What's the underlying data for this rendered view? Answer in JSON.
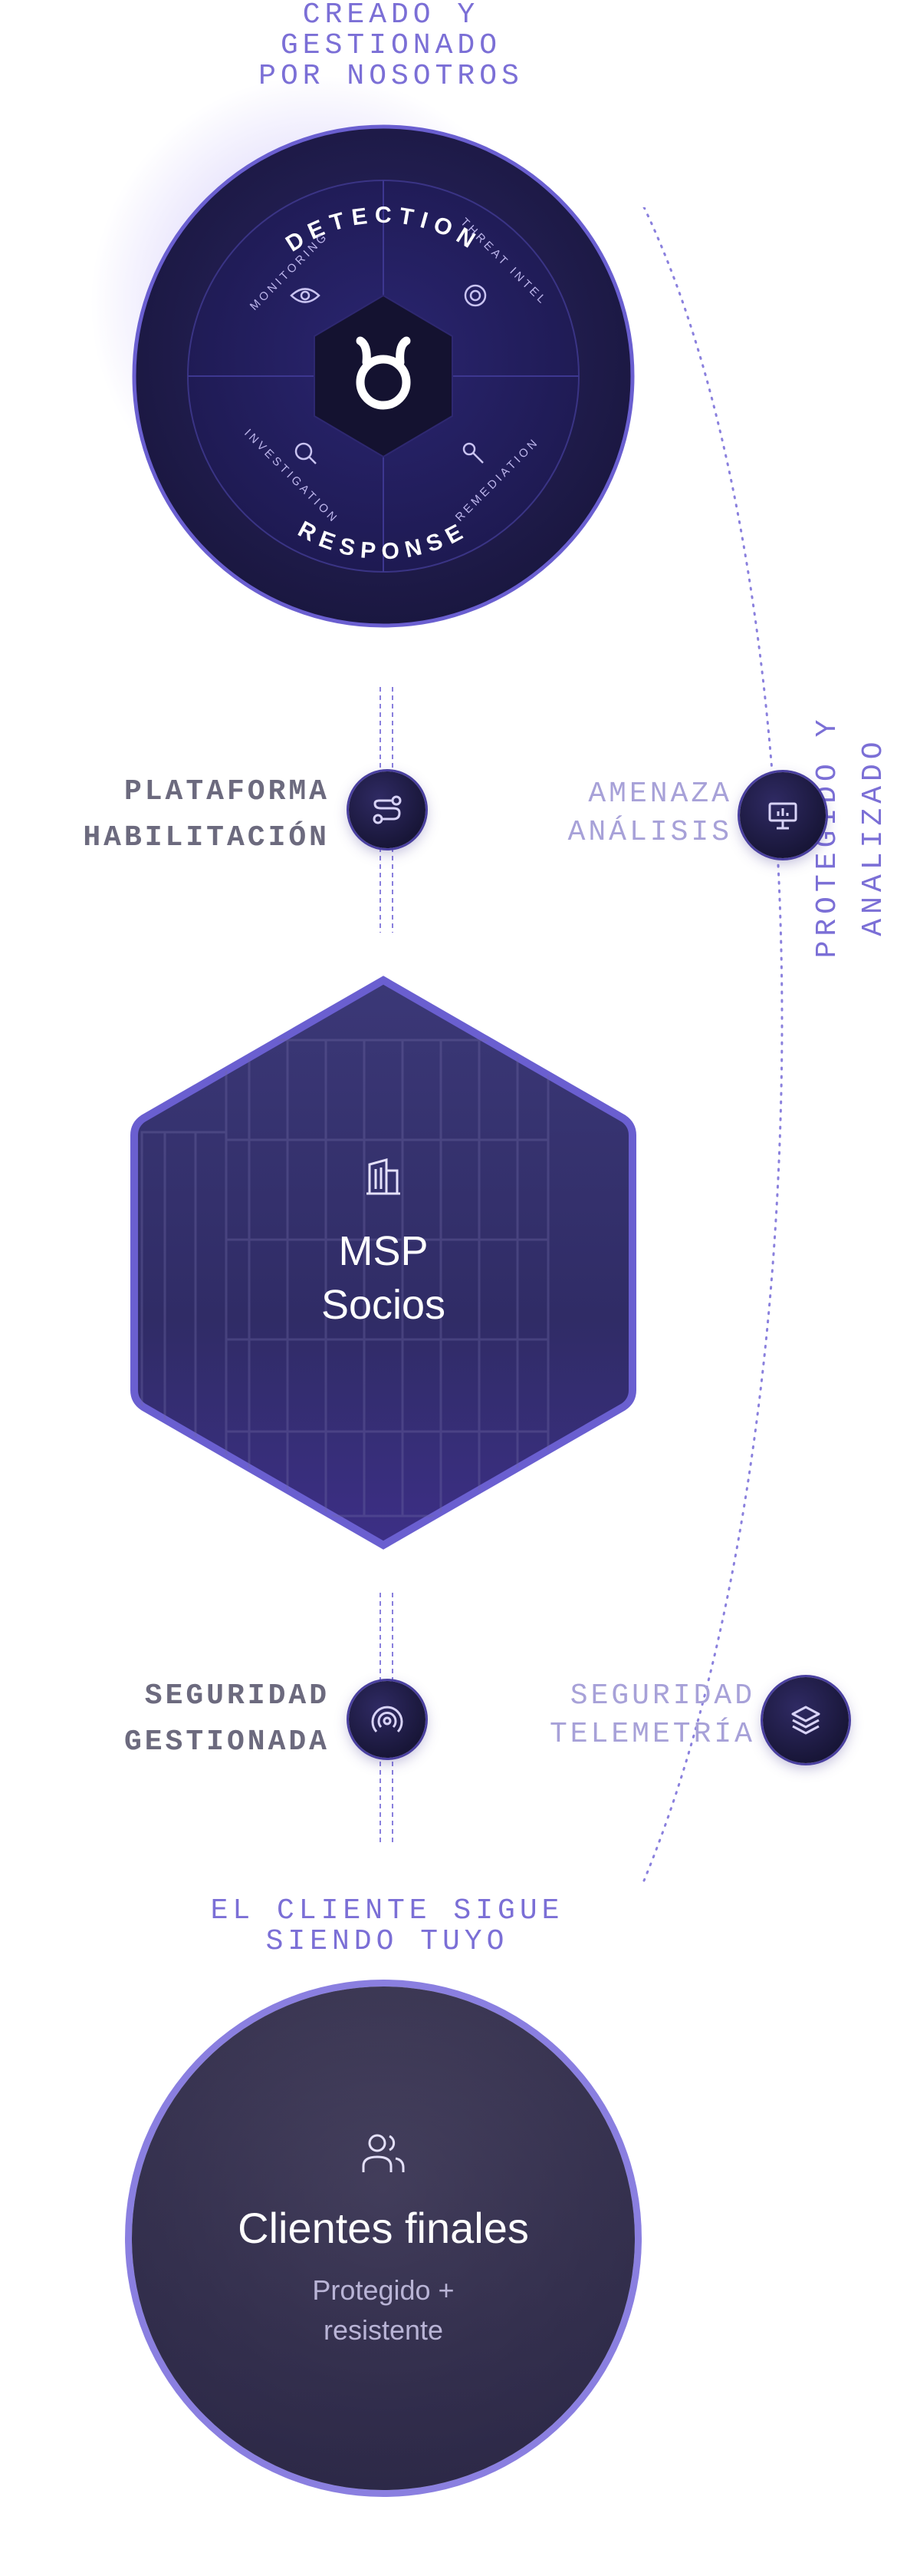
{
  "top_caption": [
    "CREADO Y",
    "GESTIONADO",
    "POR NOSOTROS"
  ],
  "wheel": {
    "top_label": "DETECTION",
    "bottom_label": "RESPONSE",
    "quadrants": [
      "MONITORING",
      "THREAT INTEL",
      "INVESTIGATION",
      "REMEDIATION"
    ],
    "icons": [
      "eye-icon",
      "target-icon",
      "search-icon",
      "wrench-icon"
    ],
    "center_icon": "logo-icon"
  },
  "side_arc_label": "PROTEGIDO Y ANALIZADO",
  "row1": {
    "left_lines": [
      "PLATAFORMA",
      "HABILITACIÓN"
    ],
    "left_icon": "route-icon",
    "right_lines": [
      "AMENAZA",
      "ANÁLISIS"
    ],
    "right_icon": "presentation-chart-icon"
  },
  "msp": {
    "icon": "building-icon",
    "lines": [
      "MSP",
      "Socios"
    ]
  },
  "row2": {
    "left_lines": [
      "SEGURIDAD",
      "GESTIONADA"
    ],
    "left_icon": "signal-icon",
    "right_lines": [
      "SEGURIDAD",
      "TELEMETRÍA"
    ],
    "right_icon": "layers-icon"
  },
  "client_caption": [
    "EL CLIENTE SIGUE",
    "SIENDO TUYO"
  ],
  "clients": {
    "icon": "users-icon",
    "title": "Clientes finales",
    "subtitle_lines": [
      "Protegido +",
      "resistente"
    ]
  },
  "colors": {
    "accent": "#7b6fd6",
    "dark_navy": "#171536",
    "ring": "#6a5fd0"
  }
}
